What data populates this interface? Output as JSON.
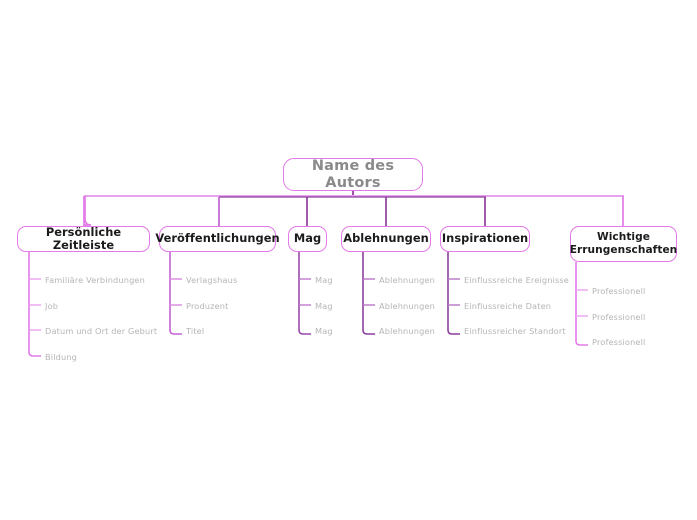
{
  "diagram": {
    "type": "mind-map",
    "language": "de",
    "colors": {
      "accent_light": "#e37ae8",
      "accent_dark": "#8e3f9e",
      "root_text": "#8a8a8a",
      "branch_text": "#1b1b1b",
      "leaf_text": "#b5b5b5",
      "background": "#ffffff"
    },
    "root": {
      "label": "Name des Autors"
    },
    "branches": [
      {
        "label": "Persönliche Zeitleiste",
        "leaves": [
          "Familiäre Verbindungen",
          "Job",
          "Datum und Ort der Geburt",
          "Bildung"
        ]
      },
      {
        "label": "Veröffentlichungen",
        "leaves": [
          "Verlagshaus",
          "Produzent",
          "Titel"
        ]
      },
      {
        "label": "Mag",
        "leaves": [
          "Mag",
          "Mag",
          "Mag"
        ]
      },
      {
        "label": "Ablehnungen",
        "leaves": [
          "Ablehnungen",
          "Ablehnungen",
          "Ablehnungen"
        ]
      },
      {
        "label": "Inspirationen",
        "leaves": [
          "Einflussreiche Ereignisse",
          "Einflussreiche Daten",
          "Einflussreicher Standort"
        ]
      },
      {
        "label": "Wichtige Errungenschaften",
        "label_line1": "Wichtige",
        "label_line2": "Errungenschaften",
        "leaves": [
          "Professionell",
          "Professionell",
          "Professionell"
        ]
      }
    ]
  }
}
